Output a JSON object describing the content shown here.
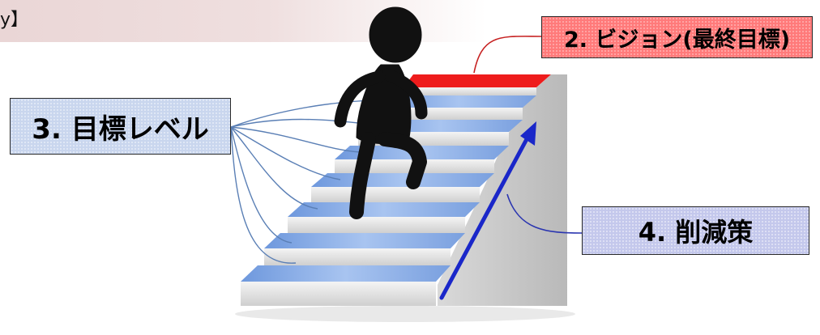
{
  "header": {
    "text": "y】"
  },
  "labels": {
    "vision": "2. ビジョン(最終目標)",
    "target_level": "3. 目標レベル",
    "measures": "4. 削減策"
  },
  "colors": {
    "vision_fill": "#ff7a7a",
    "target_fill": "#c9d6ee",
    "measure_fill": "#c4c8ec",
    "step_tread": "#8fb2e8",
    "top_step": "#ee1c1c",
    "arrow": "#1a27c9",
    "connector": "#5a7fb5"
  },
  "icons": [
    "stick-figure-icon",
    "up-arrow-icon"
  ]
}
